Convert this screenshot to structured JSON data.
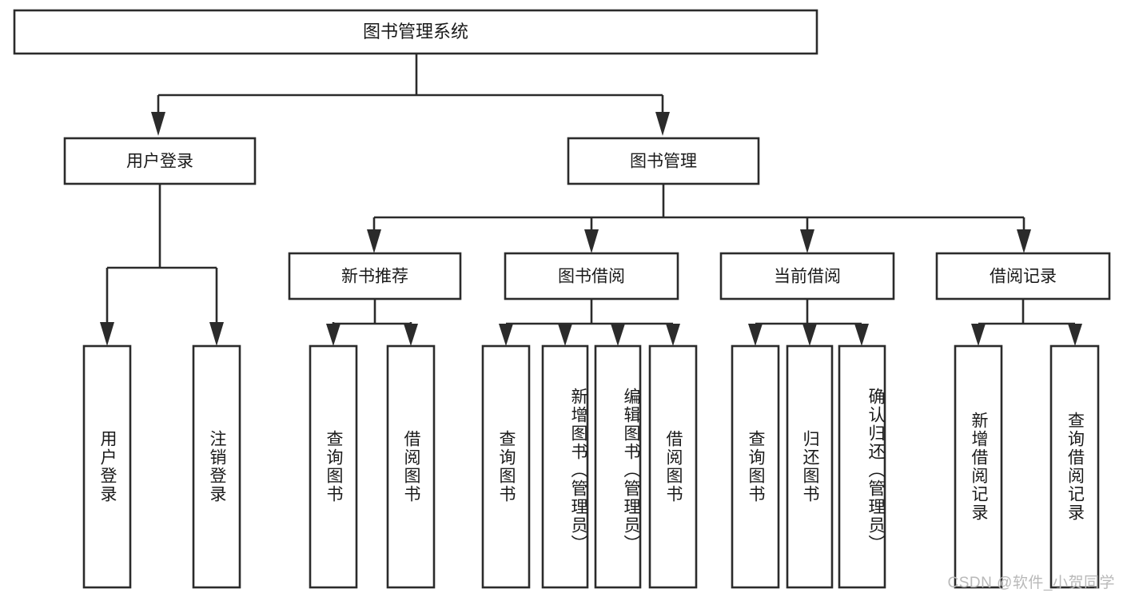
{
  "diagram": {
    "title": "图书管理系统",
    "type": "tree",
    "watermark": "CSDN @软件_小贺同学",
    "colors": {
      "stroke": "#2b2b2b",
      "box_fill": "#ffffff",
      "text": "#1a1a1a",
      "background": "#ffffff",
      "watermark": "#b9b9b9"
    },
    "root": {
      "label": "图书管理系统"
    },
    "level2": [
      {
        "label": "用户登录"
      },
      {
        "label": "图书管理"
      }
    ],
    "level3": [
      {
        "label": "新书推荐"
      },
      {
        "label": "图书借阅"
      },
      {
        "label": "当前借阅"
      },
      {
        "label": "借阅记录"
      }
    ],
    "leaves": {
      "user_login": [
        {
          "label": "用户登录"
        },
        {
          "label": "注销登录"
        }
      ],
      "new_book_recommend": [
        {
          "label": "查询图书"
        },
        {
          "label": "借阅图书"
        }
      ],
      "book_borrow": [
        {
          "label": "查询图书"
        },
        {
          "label": "新增图书（管理员）"
        },
        {
          "label": "编辑图书（管理员）"
        },
        {
          "label": "借阅图书"
        }
      ],
      "current_borrow": [
        {
          "label": "查询图书"
        },
        {
          "label": "归还图书"
        },
        {
          "label": "确认归还（管理员）"
        }
      ],
      "borrow_record": [
        {
          "label": "新增借阅记录"
        },
        {
          "label": "查询借阅记录"
        }
      ]
    }
  }
}
